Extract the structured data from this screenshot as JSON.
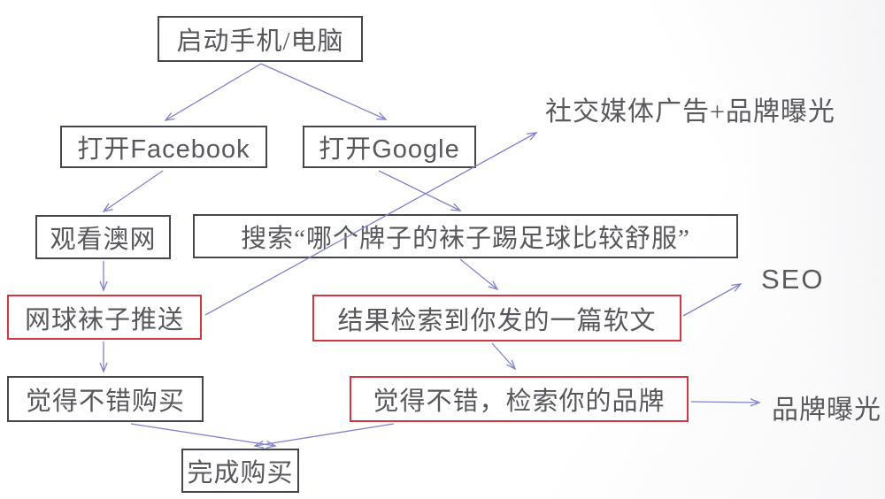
{
  "diagram": {
    "description": "Customer journey flowchart showing how social media ads and SEO lead to purchases",
    "nodes": {
      "start": {
        "label": "启动手机/电脑",
        "style": "plain"
      },
      "facebook": {
        "label": "打开Facebook",
        "style": "plain"
      },
      "google": {
        "label": "打开Google",
        "style": "plain"
      },
      "watch_ao": {
        "label": "观看澳网",
        "style": "plain"
      },
      "search_query": {
        "label": "搜索“哪个牌子的袜子踢足球比较舒服”",
        "style": "plain"
      },
      "socks_push": {
        "label": "网球袜子推送",
        "style": "red"
      },
      "soft_article": {
        "label": "结果检索到你发的一篇软文",
        "style": "red"
      },
      "buy_left": {
        "label": "觉得不错购买",
        "style": "plain"
      },
      "search_brand": {
        "label": "觉得不错，检索你的品牌",
        "style": "red"
      },
      "complete": {
        "label": "完成购买",
        "style": "plain"
      }
    },
    "annotations": {
      "social_ads": "社交媒体广告+品牌曝光",
      "seo": "SEO",
      "brand_exposure": "品牌曝光"
    },
    "edges": [
      {
        "from": "start",
        "to": "facebook"
      },
      {
        "from": "start",
        "to": "google"
      },
      {
        "from": "facebook",
        "to": "watch_ao"
      },
      {
        "from": "google",
        "to": "search_query"
      },
      {
        "from": "watch_ao",
        "to": "socks_push"
      },
      {
        "from": "socks_push",
        "to": "social_ads"
      },
      {
        "from": "search_query",
        "to": "soft_article"
      },
      {
        "from": "soft_article",
        "to": "seo"
      },
      {
        "from": "socks_push",
        "to": "buy_left"
      },
      {
        "from": "soft_article",
        "to": "search_brand"
      },
      {
        "from": "buy_left",
        "to": "complete"
      },
      {
        "from": "search_brand",
        "to": "complete"
      },
      {
        "from": "search_brand",
        "to": "brand_exposure"
      }
    ],
    "colors": {
      "arrow": "#8282cd",
      "box_border": "#46464f",
      "red_box_border": "#cf3742",
      "text": "#58585c"
    }
  }
}
